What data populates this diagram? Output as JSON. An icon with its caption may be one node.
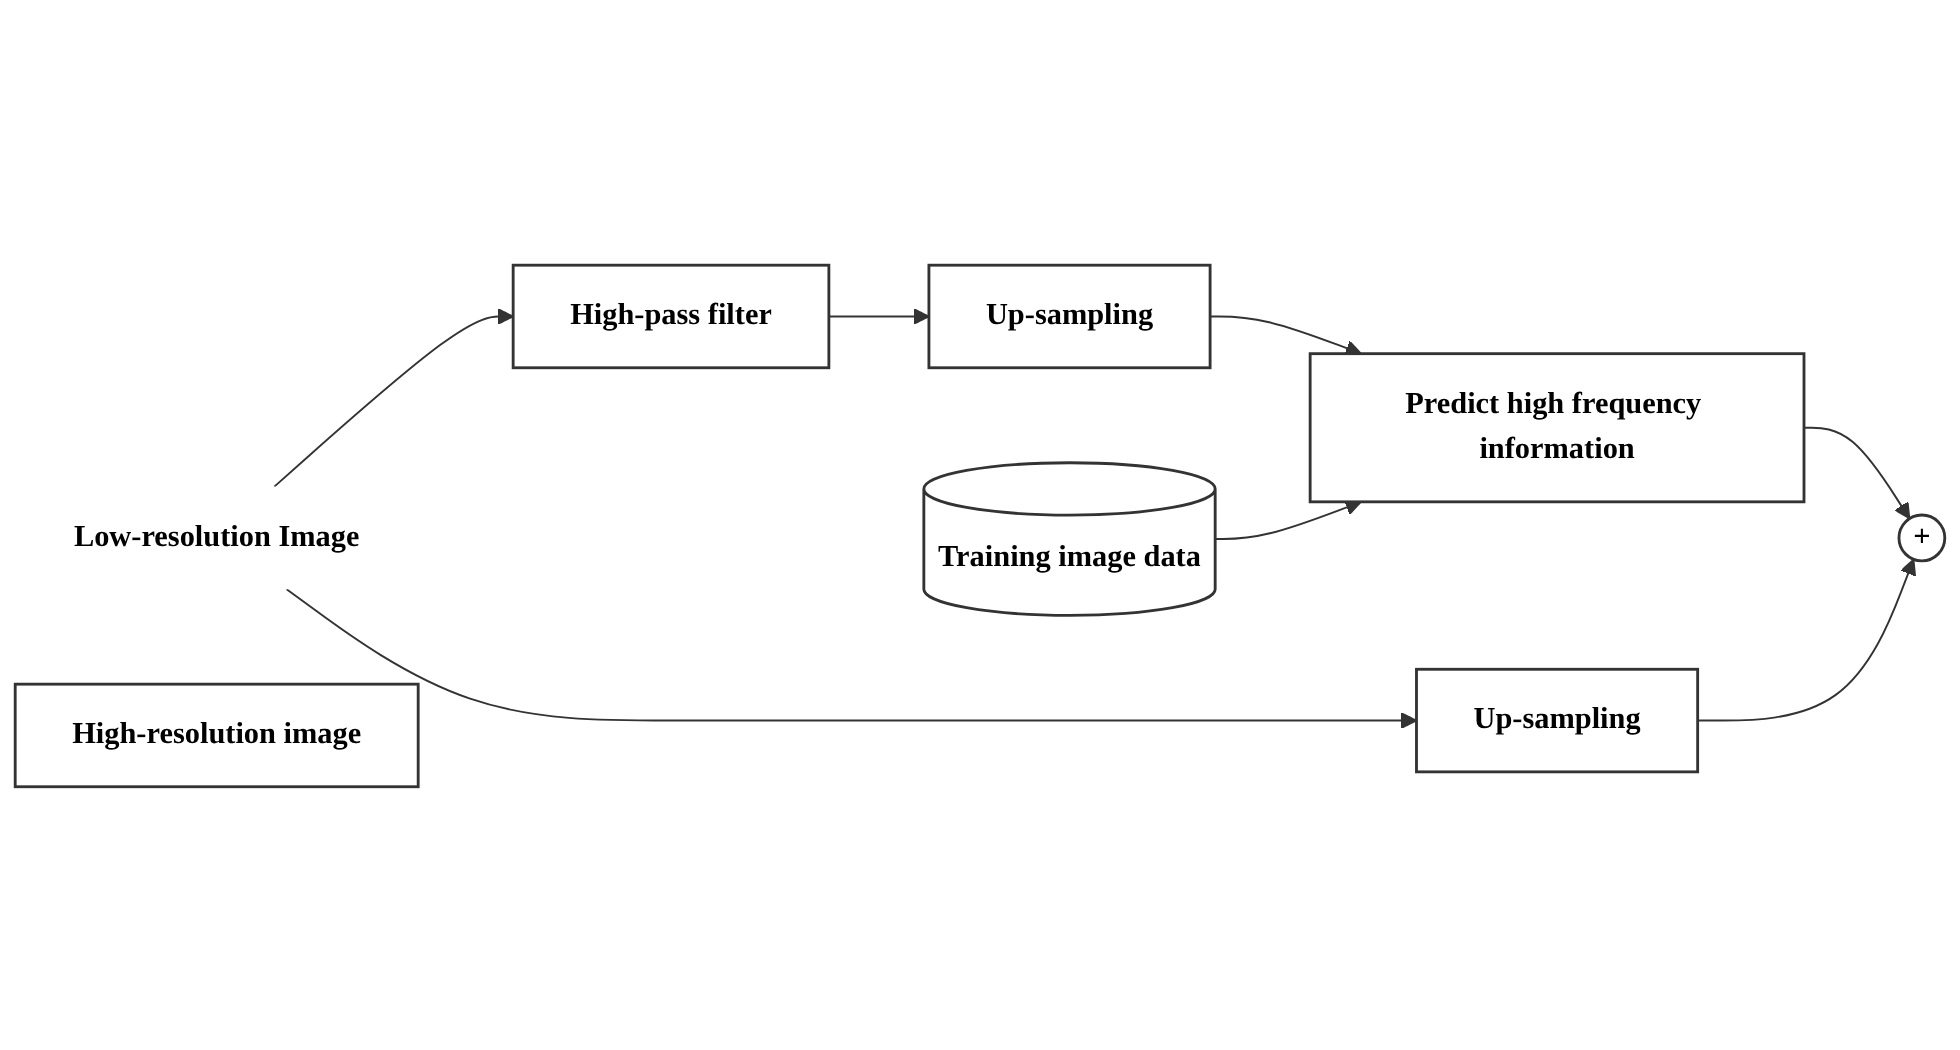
{
  "diagram": {
    "nodes": [
      {
        "text": [
          "Training image data"
        ]
      },
      {
        "text": [
          "Low-resolution Image"
        ]
      },
      {
        "text": [
          "High-pass filter"
        ]
      },
      {
        "text": [
          "Up-sampling"
        ]
      },
      {
        "text": [
          "Predict high frequency information"
        ]
      },
      {
        "text": [
          "High-resolution image"
        ]
      },
      {
        "text": [
          "+"
        ]
      },
      {
        "text": [
          "Up-sampling"
        ]
      }
    ],
    "edges": [
      {
        "from": 1,
        "to": 2,
        "arrow": "to"
      },
      {
        "from": 2,
        "to": 3,
        "arrow": "to"
      },
      {
        "from": 3,
        "to": 4,
        "arrow": "to"
      },
      {
        "from": 0,
        "to": 4,
        "arrow": "to"
      },
      {
        "from": 4,
        "to": 6,
        "arrow": "to"
      },
      {
        "from": 7,
        "to": 6,
        "arrow": "to"
      },
      {
        "from": 1,
        "to": 7,
        "arrow": "to"
      }
    ]
  }
}
